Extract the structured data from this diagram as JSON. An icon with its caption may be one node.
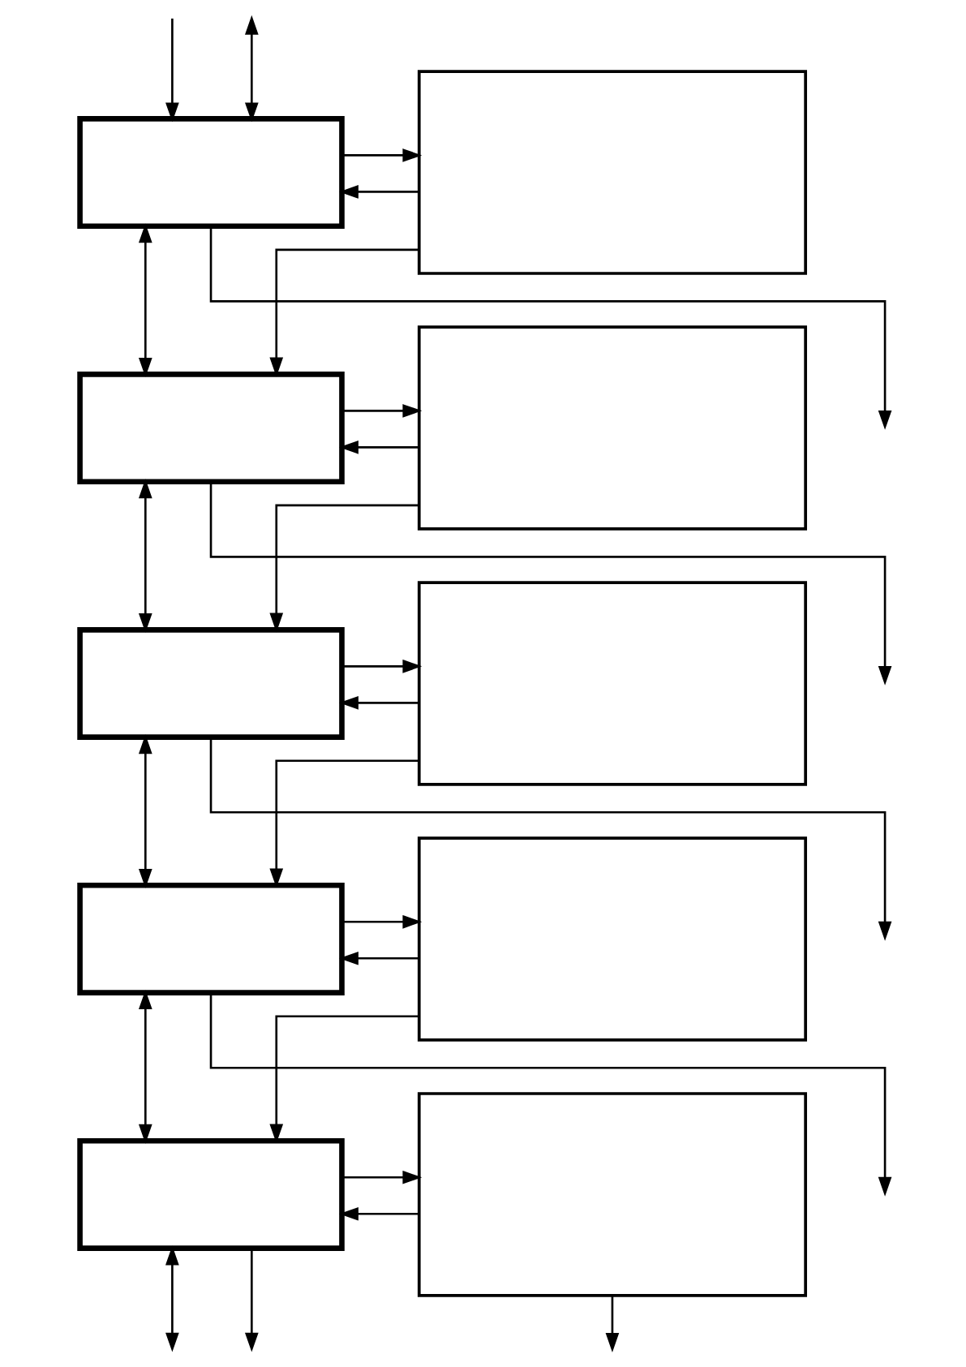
{
  "diagram": {
    "nodes": [
      {
        "text": [],
        "shape": "box"
      },
      {
        "text": [],
        "shape": "box"
      },
      {
        "text": [],
        "shape": "box"
      },
      {
        "text": [],
        "shape": "box"
      },
      {
        "text": [],
        "shape": "box"
      },
      {
        "text": [],
        "shape": "box"
      },
      {
        "text": [],
        "shape": "box"
      },
      {
        "text": [],
        "shape": "box"
      },
      {
        "text": [],
        "shape": "box"
      },
      {
        "text": [],
        "shape": "box"
      }
    ],
    "edges": [
      {
        "from": 0,
        "to": null,
        "arrow": "to"
      },
      {
        "from": null,
        "to": 0,
        "arrow": "to"
      },
      {
        "from": null,
        "to": 0,
        "arrow": "both"
      },
      {
        "from": 0,
        "to": 1,
        "arrow": "to"
      },
      {
        "from": 1,
        "to": 0,
        "arrow": "to"
      },
      {
        "from": 0,
        "to": 2,
        "arrow": "both"
      },
      {
        "from": 1,
        "to": 2,
        "arrow": "to"
      },
      {
        "from": 2,
        "to": null,
        "arrow": "to"
      },
      {
        "from": 2,
        "to": 3,
        "arrow": "to"
      },
      {
        "from": 3,
        "to": 2,
        "arrow": "to"
      },
      {
        "from": 2,
        "to": 4,
        "arrow": "both"
      },
      {
        "from": 3,
        "to": 4,
        "arrow": "to"
      },
      {
        "from": 4,
        "to": null,
        "arrow": "to"
      },
      {
        "from": 4,
        "to": 5,
        "arrow": "to"
      },
      {
        "from": 5,
        "to": 4,
        "arrow": "to"
      },
      {
        "from": 4,
        "to": 6,
        "arrow": "both"
      },
      {
        "from": 5,
        "to": 6,
        "arrow": "to"
      },
      {
        "from": 6,
        "to": null,
        "arrow": "to"
      },
      {
        "from": 6,
        "to": 7,
        "arrow": "to"
      },
      {
        "from": 7,
        "to": 6,
        "arrow": "to"
      },
      {
        "from": 6,
        "to": 8,
        "arrow": "both"
      },
      {
        "from": 7,
        "to": 8,
        "arrow": "to"
      },
      {
        "from": 8,
        "to": null,
        "arrow": "to"
      },
      {
        "from": 8,
        "to": 9,
        "arrow": "to"
      },
      {
        "from": 9,
        "to": 8,
        "arrow": "to"
      },
      {
        "from": 8,
        "to": null,
        "arrow": "both"
      },
      {
        "from": 9,
        "to": null,
        "arrow": "to"
      }
    ]
  }
}
